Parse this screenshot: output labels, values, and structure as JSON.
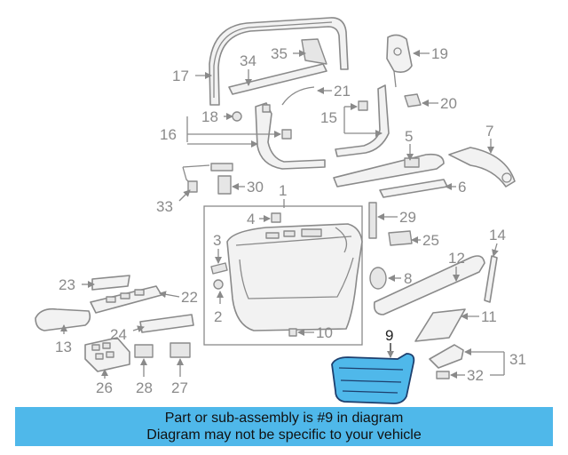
{
  "diagram": {
    "highlight_color": "#4fb8ea",
    "highlighted_part": "9",
    "callouts": {
      "c1": "1",
      "c2": "2",
      "c3": "3",
      "c4": "4",
      "c5": "5",
      "c6": "6",
      "c7": "7",
      "c8": "8",
      "c9": "9",
      "c10": "10",
      "c11": "11",
      "c12": "12",
      "c13": "13",
      "c14": "14",
      "c15": "15",
      "c16": "16",
      "c17": "17",
      "c18": "18",
      "c19": "19",
      "c20": "20",
      "c21": "21",
      "c22": "22",
      "c23": "23",
      "c24": "24",
      "c25": "25",
      "c26": "26",
      "c27": "27",
      "c28": "28",
      "c29": "29",
      "c30": "30",
      "c31": "31",
      "c32": "32",
      "c33": "33",
      "c34": "34",
      "c35": "35"
    }
  },
  "banner": {
    "line1": "Part or sub-assembly is #9 in diagram",
    "line2": "Diagram may not be specific to your vehicle"
  }
}
